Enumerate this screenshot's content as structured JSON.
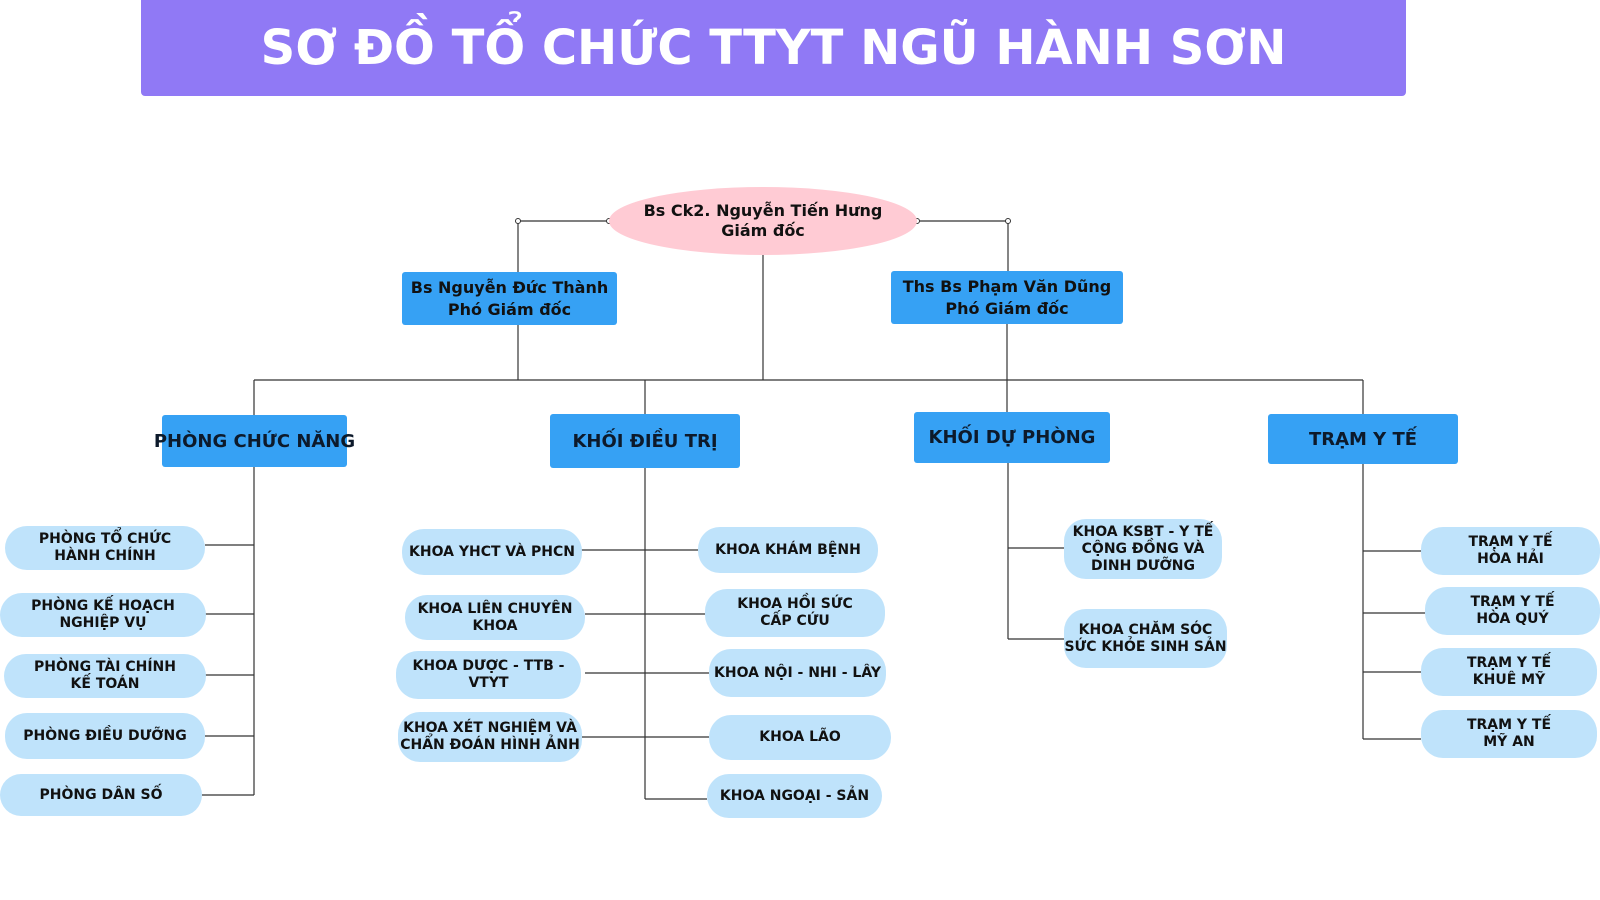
{
  "title": "SƠ ĐỒ TỔ CHỨC TTYT NGŨ HÀNH SƠN",
  "colors": {
    "banner": "#9079f5",
    "director": "#ffcbd4",
    "unit": "#36a1f4",
    "leaf": "#bfe3fb"
  },
  "director": {
    "name": "Bs Ck2. Nguyễn Tiến Hưng",
    "role": "Giám đốc"
  },
  "deputies": [
    {
      "name": "Bs  Nguyễn Đức Thành",
      "role": "Phó Giám đốc"
    },
    {
      "name": "Ths Bs  Phạm Văn Dũng",
      "role": "Phó Giám đốc"
    }
  ],
  "groups": [
    {
      "label": "PHÒNG CHỨC NĂNG",
      "items": [
        {
          "l1": "PHÒNG TỔ CHỨC",
          "l2": "HÀNH CHÍNH"
        },
        {
          "l1": "PHÒNG KẾ HOẠCH",
          "l2": "NGHIỆP VỤ"
        },
        {
          "l1": "PHÒNG TÀI CHÍNH",
          "l2": "KẾ TOÁN"
        },
        {
          "l1": "PHÒNG ĐIỀU DƯỠNG",
          "l2": ""
        },
        {
          "l1": "PHÒNG DÂN SỐ",
          "l2": ""
        }
      ]
    },
    {
      "label": "KHỐI ĐIỀU TRỊ",
      "items_left": [
        {
          "l1": "KHOA YHCT VÀ PHCN",
          "l2": ""
        },
        {
          "l1": "KHOA LIÊN CHUYÊN",
          "l2": "KHOA"
        },
        {
          "l1": "KHOA DƯỢC - TTB -",
          "l2": "VTYT"
        },
        {
          "l1": "KHOA XÉT NGHIỆM VÀ",
          "l2": "CHẨN ĐOÁN HÌNH ẢNH"
        }
      ],
      "items_right": [
        {
          "l1": "KHOA KHÁM BỆNH",
          "l2": ""
        },
        {
          "l1": "KHOA HỒI SỨC",
          "l2": "CẤP CỨU"
        },
        {
          "l1": "KHOA NỘI - NHI - LÂY",
          "l2": ""
        },
        {
          "l1": "KHOA LÃO",
          "l2": ""
        },
        {
          "l1": "KHOA  NGOẠI  - SẢN",
          "l2": ""
        }
      ]
    },
    {
      "label": "KHỐI DỰ PHÒNG",
      "items": [
        {
          "l1": "KHOA  KSBT - Y TẾ",
          "l2": "CỘNG ĐỒNG VÀ",
          "l3": "DINH DƯỠNG"
        },
        {
          "l1": "KHOA CHĂM SÓC",
          "l2": "SỨC KHỎE SINH SẢN"
        }
      ]
    },
    {
      "label": "TRẠM Y TẾ",
      "items": [
        {
          "l1": "TRẠM Y TẾ",
          "l2": "HÒA HẢI"
        },
        {
          "l1": "TRẠM Y TẾ",
          "l2": "HÒA QUÝ"
        },
        {
          "l1": "TRẠM Y TẾ",
          "l2": "KHUÊ MỸ"
        },
        {
          "l1": "TRẠM Y TẾ",
          "l2": "MỸ AN"
        }
      ]
    }
  ]
}
